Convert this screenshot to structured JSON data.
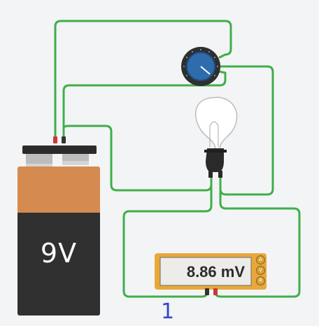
{
  "battery": {
    "label": "9V"
  },
  "multimeter": {
    "reading": "8.86 mV",
    "modes": [
      "A",
      "V",
      "R"
    ]
  },
  "slot_number": "1",
  "colors": {
    "wire": "#3fae49",
    "battery_top": "#d58a4f",
    "battery_body": "#303030",
    "multimeter_body": "#e8a83a",
    "knob": "#2f6cae",
    "slot_label": "#3548c8"
  }
}
